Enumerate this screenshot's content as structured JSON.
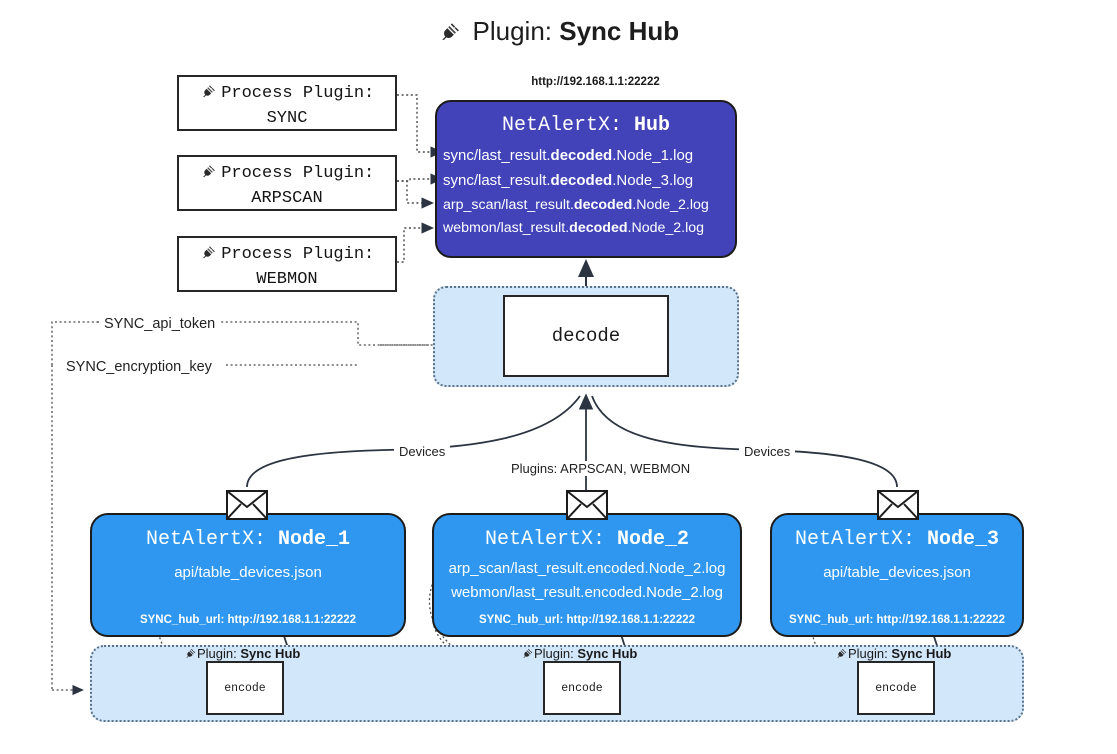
{
  "title": {
    "icon": "electric-plug-icon",
    "prefix": "Plugin: ",
    "name": "Sync Hub"
  },
  "process_plugins": [
    {
      "icon": "electric-plug-icon",
      "label": "Process Plugin:",
      "name": "SYNC"
    },
    {
      "icon": "electric-plug-icon",
      "label": "Process Plugin:",
      "name": "ARPSCAN"
    },
    {
      "icon": "electric-plug-icon",
      "label": "Process Plugin:",
      "name": "WEBMON"
    }
  ],
  "hub": {
    "url": "http://192.168.1.1:22222",
    "title_prefix": "NetAlertX: ",
    "title_name": "Hub",
    "log_lines": [
      {
        "pre": "sync/last_result.",
        "bold": "decoded",
        "post": ".Node_1.log"
      },
      {
        "pre": "sync/last_result.",
        "bold": "decoded",
        "post": ".Node_3.log"
      },
      {
        "pre": "arp_scan/last_result.",
        "bold": "decoded",
        "post": ".Node_2.log"
      },
      {
        "pre": "webmon/last_result.",
        "bold": "decoded",
        "post": ".Node_2.log"
      }
    ]
  },
  "decode": {
    "label": "decode"
  },
  "keys": {
    "api_token": "SYNC_api_token",
    "encryption_key": "SYNC_encryption_key"
  },
  "edges": {
    "devices_left": "Devices",
    "devices_right": "Devices",
    "plugins_center": "Plugins: ARPSCAN, WEBMON"
  },
  "nodes": [
    {
      "title_prefix": "NetAlertX: ",
      "title_name": "Node_1",
      "lines": [
        "api/table_devices.json"
      ],
      "url_key": "SYNC_hub_url: ",
      "url_value": "http://192.168.1.1:22222",
      "envelope": "envelope-icon"
    },
    {
      "title_prefix": "NetAlertX: ",
      "title_name": "Node_2",
      "lines": [
        "arp_scan/last_result.encoded.Node_2.log",
        "webmon/last_result.encoded.Node_2.log"
      ],
      "url_key": "SYNC_hub_url: ",
      "url_value": "http://192.168.1.1:22222",
      "envelope": "envelope-icon"
    },
    {
      "title_prefix": "NetAlertX: ",
      "title_name": "Node_3",
      "lines": [
        "api/table_devices.json"
      ],
      "url_key": "SYNC_hub_url: ",
      "url_value": "http://192.168.1.1:22222",
      "envelope": "envelope-icon"
    }
  ],
  "plugin_strip": {
    "captions": [
      {
        "icon": "electric-plug-icon",
        "prefix": "Plugin: ",
        "name": "Sync Hub"
      },
      {
        "icon": "electric-plug-icon",
        "prefix": "Plugin: ",
        "name": "Sync Hub"
      },
      {
        "icon": "electric-plug-icon",
        "prefix": "Plugin: ",
        "name": "Sync Hub"
      }
    ],
    "encode_label": "encode"
  },
  "colors": {
    "hub_fill": "#4242b9",
    "node_fill": "#2f97ef",
    "container_fill": "#d2e7fa",
    "stroke": "#262626",
    "background": "#ffffff"
  }
}
